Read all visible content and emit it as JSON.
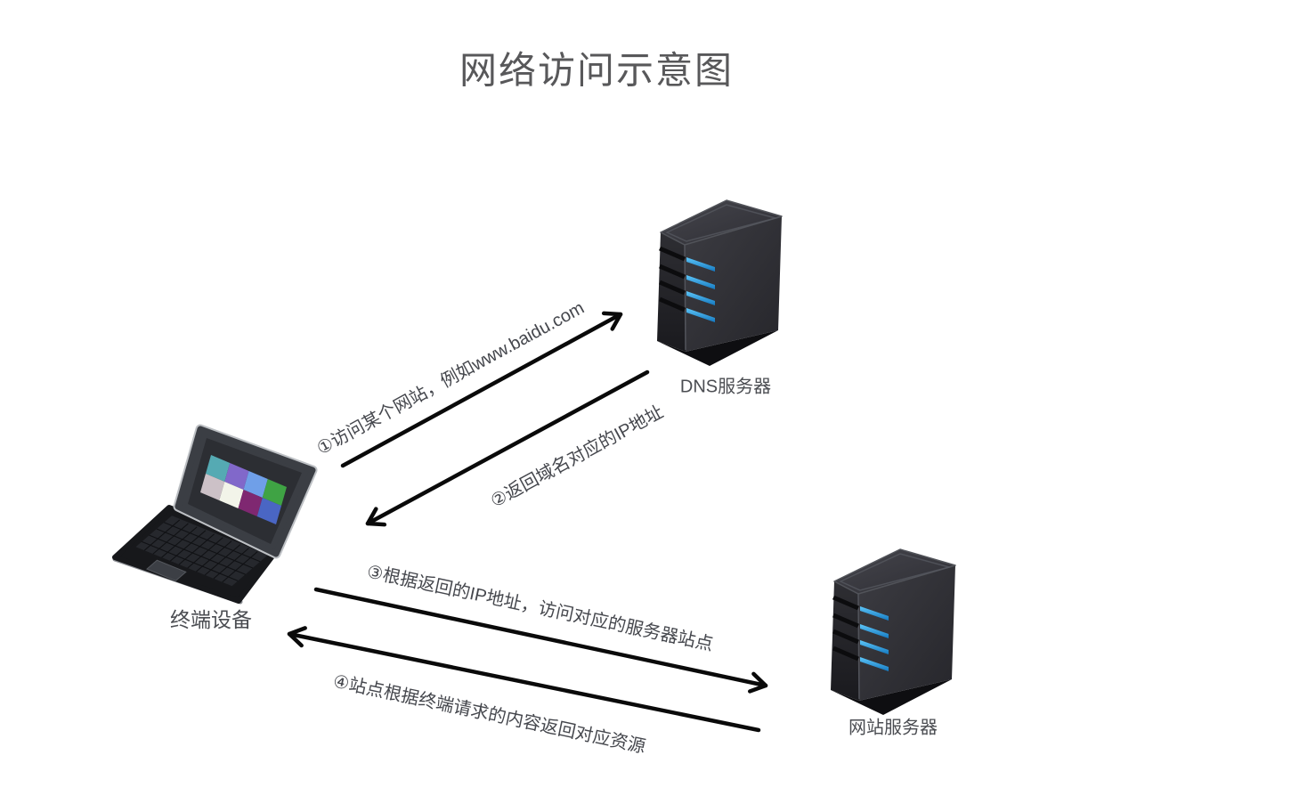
{
  "title": "网络访问示意图",
  "nodes": {
    "terminal": {
      "label": "终端设备"
    },
    "dns": {
      "label": "DNS服务器"
    },
    "web": {
      "label": "网站服务器"
    }
  },
  "arrows": [
    {
      "step": "1",
      "label": "①访问某个网站，例如www.baidu.com",
      "from": "terminal",
      "to": "dns"
    },
    {
      "step": "2",
      "label": "②返回域名对应的IP地址",
      "from": "dns",
      "to": "terminal"
    },
    {
      "step": "3",
      "label": "③根据返回的IP地址，访问对应的服务器站点",
      "from": "terminal",
      "to": "web"
    },
    {
      "step": "4",
      "label": "④站点根据终端请求的内容返回对应资源",
      "from": "web",
      "to": "terminal"
    }
  ],
  "colors": {
    "title_text": "#58585a",
    "label_text": "#45474d",
    "arrow": "#0a0a0a",
    "server_led_blue": "#2b9fe0"
  }
}
